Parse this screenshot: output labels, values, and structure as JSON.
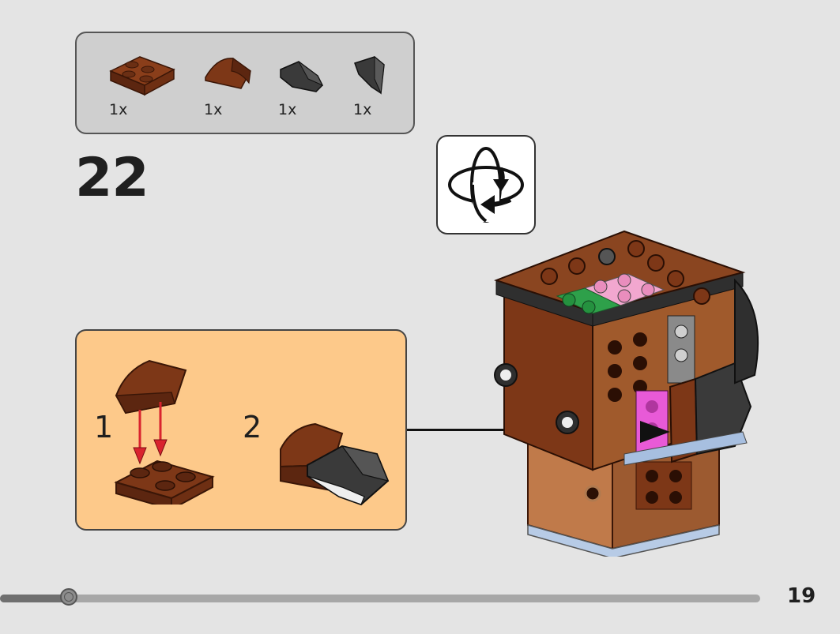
{
  "parts": [
    {
      "name": "brown-2x2-plate",
      "qty": "1x",
      "color": "#6b2f14"
    },
    {
      "name": "brown-curved-slope",
      "qty": "1x",
      "color": "#6b2f14"
    },
    {
      "name": "dark-grey-wedge",
      "qty": "1x",
      "color": "#3a3a3a"
    },
    {
      "name": "dark-grey-wedge",
      "qty": "1x",
      "color": "#3a3a3a"
    }
  ],
  "step": {
    "number": "22"
  },
  "rotate_icon": "rotate-model-icon",
  "substeps": [
    {
      "number": "1"
    },
    {
      "number": "2"
    }
  ],
  "colors": {
    "background": "#e4e4e4",
    "parts_box": "#cfcfcf",
    "substep_box": "#fdc98a",
    "brown": "#6b2f14",
    "dark_grey": "#3a3a3a",
    "arrow_red": "#d9232e"
  },
  "progress": {
    "fraction": 0.09
  },
  "page_number": "19"
}
